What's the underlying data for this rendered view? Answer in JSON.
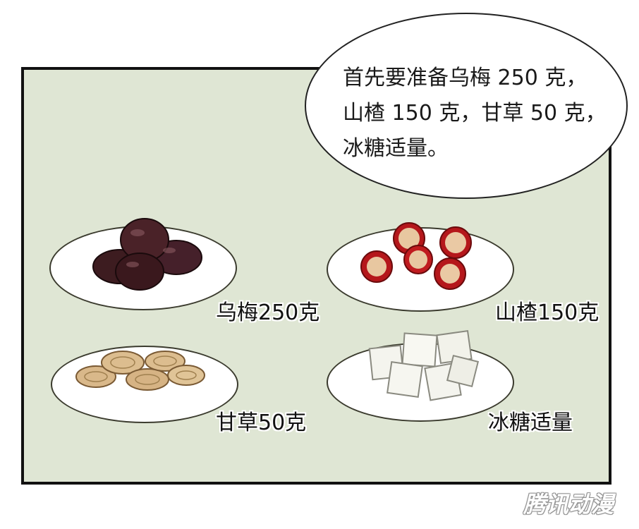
{
  "speech_bubble": {
    "lines": [
      "首先要准备乌梅 250 克，",
      "山楂 150 克，甘草 50 克，",
      "冰糖适量。"
    ]
  },
  "items": [
    {
      "label": "乌梅250克",
      "icon": "plum-icon"
    },
    {
      "label": "山楂150克",
      "icon": "hawthorn-icon"
    },
    {
      "label": "甘草50克",
      "icon": "licorice-icon"
    },
    {
      "label": "冰糖适量",
      "icon": "rock-sugar-icon"
    }
  ],
  "watermark": "腾讯动漫",
  "colors": {
    "panel_bg": "#dfe6d4",
    "plum": "#3d1c20",
    "hawthorn": "#b5171b",
    "licorice": "#d9b88a",
    "sugar": "#f4f4ee"
  }
}
